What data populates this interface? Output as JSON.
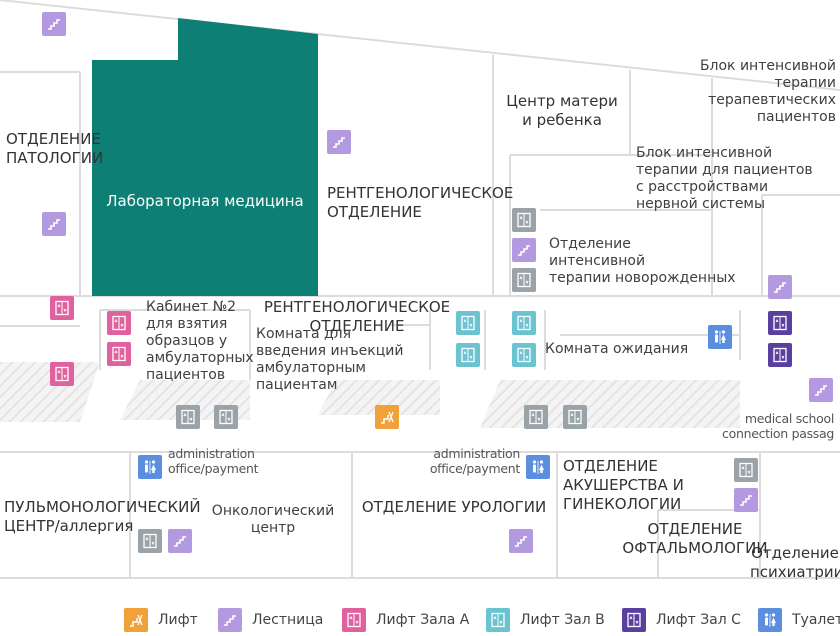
{
  "colors": {
    "lab": "#0d7f74",
    "elevator": "#f0a13a",
    "stairs": "#b39ae0",
    "elevator_a": "#e0619e",
    "elevator_b": "#69c3d0",
    "elevator_c": "#5a3fa0",
    "toilet": "#5c8ee0",
    "service_elevator": "#9aa3a8"
  },
  "rooms": {
    "pathology": "ОТДЕЛЕНИЕ\nПАТОЛОГИИ",
    "lab_medicine": "Лабораторная медицина",
    "radiology_top": "РЕНТГЕНОЛОГИЧЕСКОЕ\nОТДЕЛЕНИЕ",
    "mother_child": "Центр матери\nи ребенка",
    "icu_therapy": "Блок интенсивной\nтерапии\nтерапевтических\nпациентов",
    "icu_neuro": "Блок интенсивной\nтерапии для пациентов\nс расстройствами\nнервной системы",
    "nicu": "Отделение\nинтенсивной\nтерапии новорожденных",
    "sample_room": "Кабинет №2\nдля взятия\nобразцов у\nамбулаторных\nпациентов",
    "radiology_mid": "РЕНТГЕНОЛОГИЧЕСКОЕ\nОТДЕЛЕНИЕ",
    "injection_room": "Комната для\nвведения инъекций\nамбулаторным\nпациентам",
    "waiting_room": "Комната ожидания",
    "medical_school": "medical school\nconnection passag",
    "admin_left": "administration\noffice/payment",
    "admin_right": "administration\noffice/payment",
    "pulmonology": "ПУЛЬМОНОЛОГИЧЕСКИЙ\nЦЕНТР/аллергия",
    "oncology": "Онкологический\nцентр",
    "urology": "ОТДЕЛЕНИЕ УРОЛОГИИ",
    "obstetrics": "ОТДЕЛЕНИЕ\nАКУШЕРСТВА И\nГИНЕКОЛОГИИ",
    "ophthalmology": "ОТДЕЛЕНИЕ\nОФТАЛЬМОЛОГИИ",
    "psychiatry": "Отделение\nпсихиатрии"
  },
  "legend": [
    {
      "icon": "elevator",
      "label": "Лифт"
    },
    {
      "icon": "stairs",
      "label": "Лестница"
    },
    {
      "icon": "elevator_a",
      "label": "Лифт Зала A"
    },
    {
      "icon": "elevator_b",
      "label": "Лифт Зал B"
    },
    {
      "icon": "elevator_c",
      "label": "Лифт Зал C"
    },
    {
      "icon": "toilet",
      "label": "Туалет"
    }
  ]
}
